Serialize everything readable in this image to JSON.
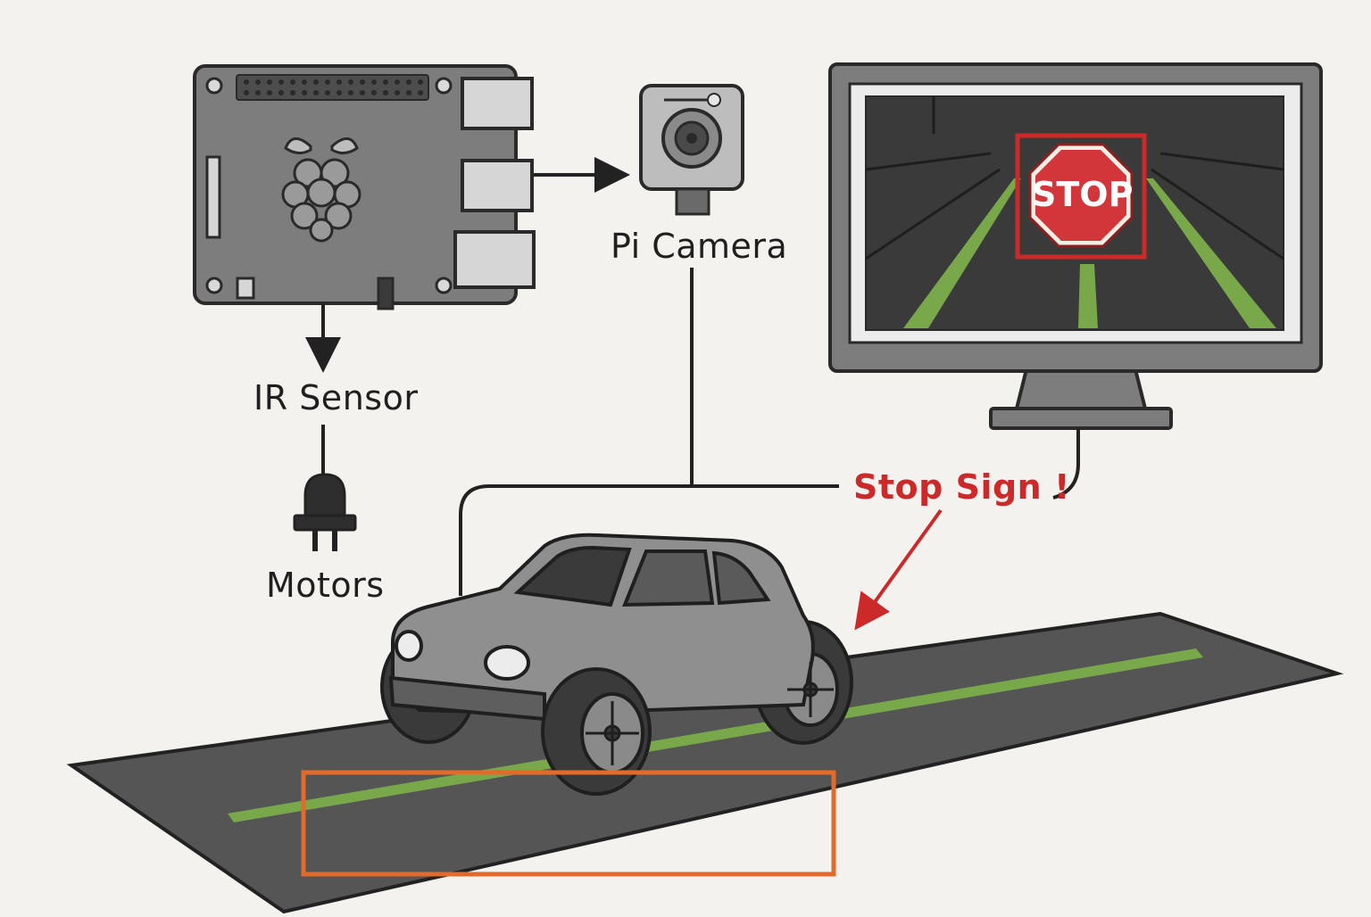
{
  "labels": {
    "camera": "Pi Camera",
    "ir_sensor": "IR Sensor",
    "motors": "Motors",
    "alert": "Stop Sign !",
    "sign_text": "STOP"
  },
  "colors": {
    "background": "#f4f2ee",
    "outline": "#2a2a2a",
    "board": "#7d7d7d",
    "road": "#555555",
    "lane": "#79a84a",
    "alert": "#cc2a2a",
    "detection_box": "#e06b2c",
    "stop_red": "#d2363b"
  },
  "icons": {
    "board": "raspberry-pi-board-icon",
    "camera": "pi-camera-icon",
    "plug": "motor-plug-icon",
    "monitor": "monitor-icon",
    "car": "rc-car-icon"
  }
}
